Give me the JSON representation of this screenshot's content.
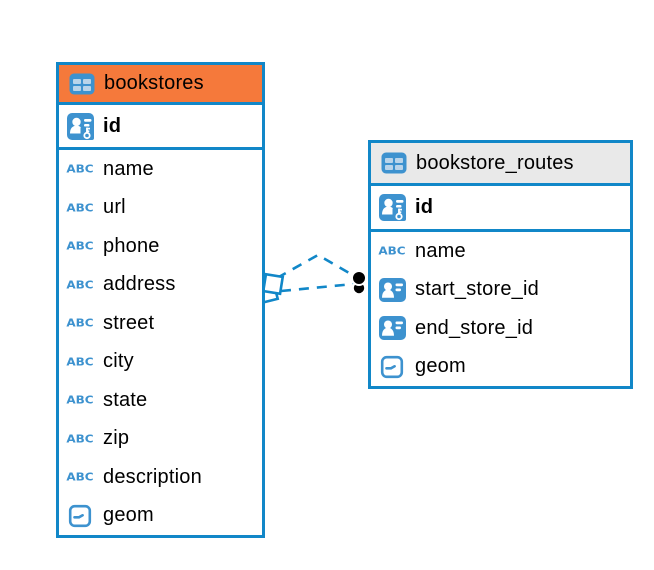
{
  "diagram": {
    "kind": "database-er-diagram",
    "colors": {
      "border_blue": "#1187c8",
      "icon_blue": "#3d92cf",
      "bookstores_header": "#f5793b",
      "routes_header": "#e9e9e9",
      "relationship_line": "#1187c8",
      "endpoint_dot": "#000000",
      "background": "#ffffff"
    },
    "icons": {
      "text_glyph": "ABC"
    },
    "tables": [
      {
        "name": "bookstores",
        "columns": [
          {
            "name": "id",
            "icon": "primary-key"
          },
          {
            "name": "name",
            "icon": "text"
          },
          {
            "name": "url",
            "icon": "text"
          },
          {
            "name": "phone",
            "icon": "text"
          },
          {
            "name": "address",
            "icon": "text"
          },
          {
            "name": "street",
            "icon": "text"
          },
          {
            "name": "city",
            "icon": "text"
          },
          {
            "name": "state",
            "icon": "text"
          },
          {
            "name": "zip",
            "icon": "text"
          },
          {
            "name": "description",
            "icon": "text"
          },
          {
            "name": "geom",
            "icon": "geometry"
          }
        ]
      },
      {
        "name": "bookstore_routes",
        "columns": [
          {
            "name": "id",
            "icon": "primary-key"
          },
          {
            "name": "name",
            "icon": "text"
          },
          {
            "name": "start_store_id",
            "icon": "foreign-key"
          },
          {
            "name": "end_store_id",
            "icon": "foreign-key"
          },
          {
            "name": "geom",
            "icon": "geometry"
          }
        ]
      }
    ],
    "relationships": [
      {
        "from": "bookstores",
        "to": "bookstore_routes",
        "style": "dashed"
      },
      {
        "from": "bookstores",
        "to": "bookstore_routes",
        "style": "dashed"
      }
    ]
  }
}
